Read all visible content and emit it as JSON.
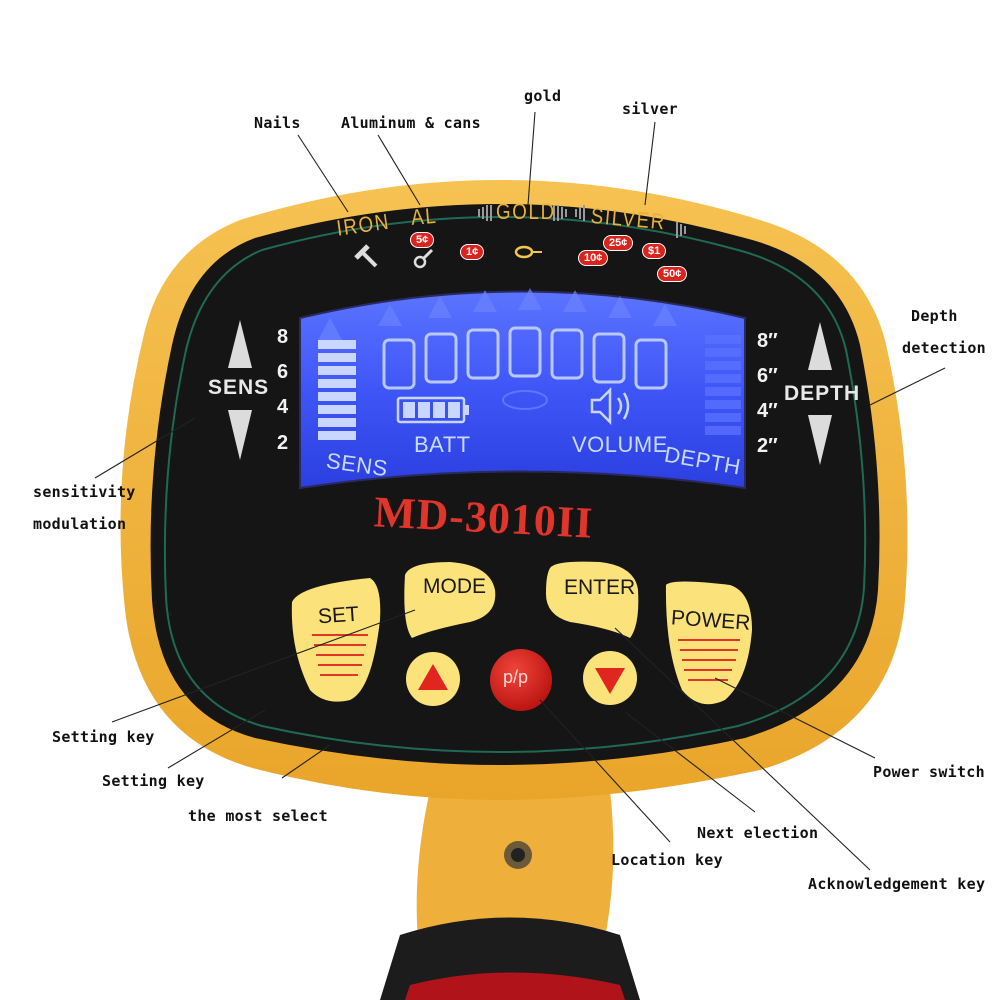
{
  "callouts": {
    "nails": "Nails",
    "aluminum": "Aluminum & cans",
    "gold": "gold",
    "silver": "silver",
    "depth_1": "Depth",
    "depth_2": "detection",
    "sensitivity_1": "sensitivity",
    "sensitivity_2": "modulation",
    "setting_key_1": "Setting key",
    "setting_key_2": "Setting key",
    "most_select": "the most select",
    "power_switch": "Power switch",
    "next_election": "Next election",
    "location_key": "Location key",
    "acknowledgement_key": "Acknowledgement key"
  },
  "device": {
    "top_scale": {
      "iron": "IRON",
      "al": "AL",
      "gold": "GOLD",
      "silver": "SILVER"
    },
    "coins": {
      "c5": "5¢",
      "c1": "1¢",
      "c10": "10¢",
      "c25": "25¢",
      "d1": "$1",
      "c50": "50¢"
    },
    "sens_label": "SENS",
    "depth_label": "DEPTH",
    "sens_scale": [
      "8",
      "6",
      "4",
      "2"
    ],
    "depth_scale": [
      "8″",
      "6″",
      "4″",
      "2″"
    ],
    "lcd": {
      "sens": "SENS",
      "batt": "BATT",
      "volume": "VOLUME",
      "depth": "DEPTH"
    },
    "model": "MD-3010II",
    "keys": {
      "set": "SET",
      "mode": "MODE",
      "enter": "ENTER",
      "power": "POWER",
      "pp": "p/p"
    }
  },
  "colors": {
    "body_yellow": "#f1b233",
    "panel_black": "#141414",
    "lcd_blue": "#3f5cff",
    "accent_red": "#e0352b",
    "key_yellow": "#fbe27a"
  }
}
